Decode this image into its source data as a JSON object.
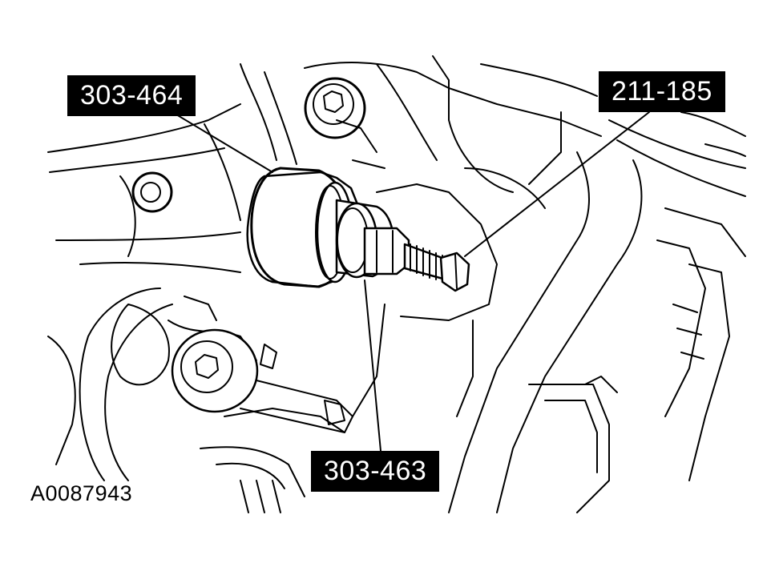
{
  "callouts": {
    "tool_303_464": "303-464",
    "tool_211_185": "211-185",
    "tool_303_463": "303-463"
  },
  "figure_id": "A0087943"
}
